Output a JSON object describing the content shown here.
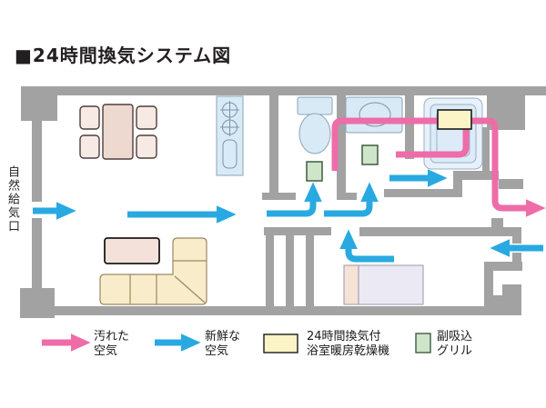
{
  "title": "■24時間換気システム図",
  "floorplan": {
    "intake_label": "自然給気口",
    "icons": {
      "dirty_air_duct": "pink exhaust-air path",
      "fresh_air_arrows": "blue supply-air arrows",
      "heater_unit": "bathroom heater-dryer unit box",
      "suction_grille": "sub suction grille box"
    }
  },
  "legend": {
    "items": [
      {
        "key": "dirty-air",
        "label": "汚れた\n空気"
      },
      {
        "key": "fresh-air",
        "label": "新鮮な\n空気"
      },
      {
        "key": "heater",
        "label": "24時間換気付\n浴室暖房乾燥機"
      },
      {
        "key": "grille",
        "label": "副吸込\nグリル"
      }
    ]
  },
  "colors": {
    "wall": "#a2a2a2",
    "fresh_air": "#29a9e1",
    "dirty_air": "#ee6ca8",
    "heater_fill": "#faf4c6",
    "grille_fill": "#cfe5c9",
    "fixture_fill": "#d9eaf7",
    "fixture_stroke": "#8ba3b8",
    "text": "#231f20"
  }
}
